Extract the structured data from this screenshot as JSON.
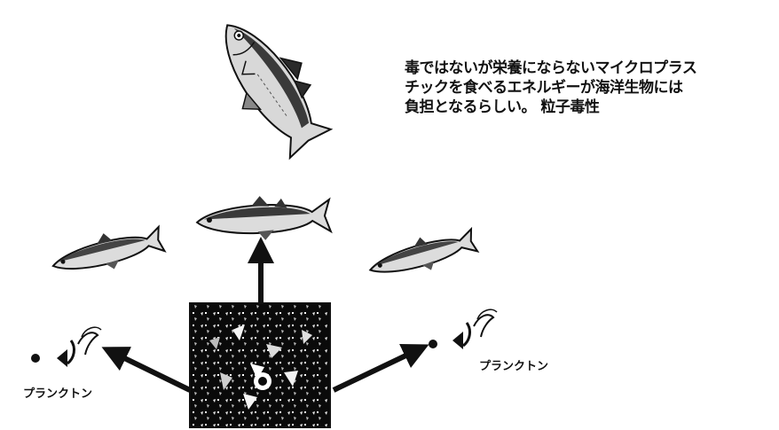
{
  "note": {
    "lines": [
      "毒ではないが栄養にならないマイクロプラス",
      "チックを食べるエネルギーが海洋生物には",
      "負担となるらしい。 粒子毒性"
    ]
  },
  "labels": {
    "plankton_left": "プランクトン",
    "plankton_right": "プランクトン"
  },
  "colors": {
    "ink": "#111111",
    "background": "#ffffff",
    "microplastic_box": "#0a0a0a",
    "fish_body": "#dcdcdc",
    "fish_back": "#3a3a3a",
    "fish_belly": "#f2f2f2"
  },
  "icons": [
    "big-fish-icon",
    "fish-icon",
    "plankton-icon",
    "microplastic-icon",
    "arrow-icon"
  ]
}
